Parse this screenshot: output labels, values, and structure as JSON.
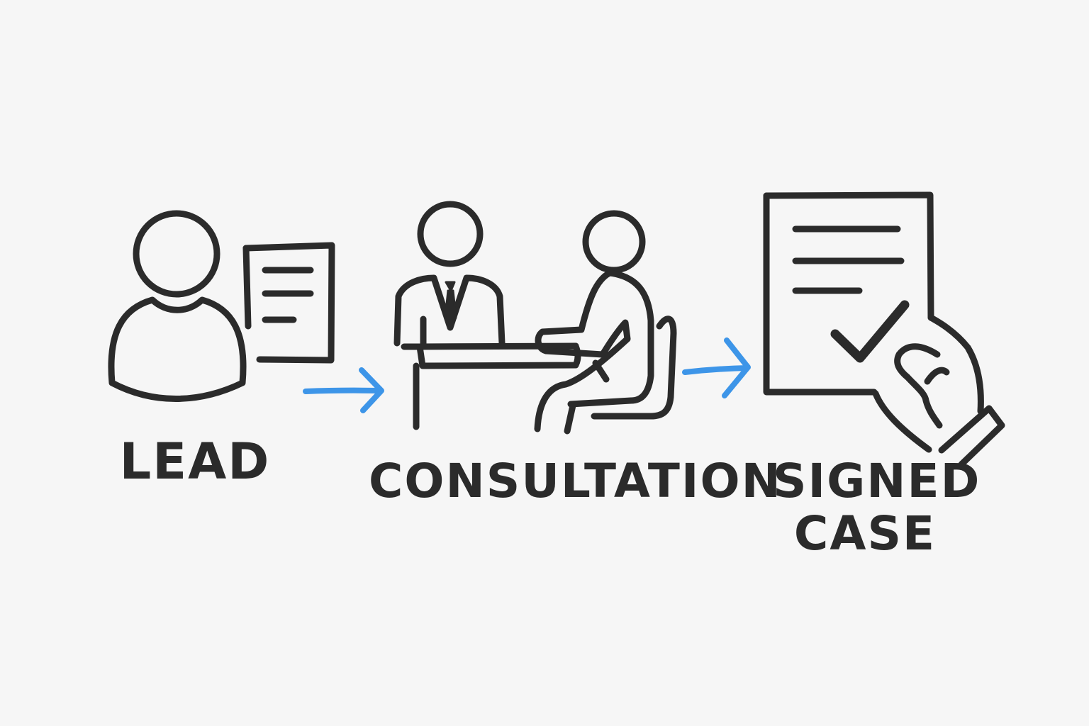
{
  "steps": [
    {
      "label": "LEAD",
      "icon": "person-with-document-icon"
    },
    {
      "label": "CONSULTATION",
      "icon": "meeting-at-desk-icon"
    },
    {
      "label_line1": "SIGNED",
      "label_line2": "CASE",
      "icon": "signed-document-icon"
    }
  ],
  "connectors": [
    {
      "from": "LEAD",
      "to": "CONSULTATION",
      "icon": "arrow-right-icon"
    },
    {
      "from": "CONSULTATION",
      "to": "SIGNED CASE",
      "icon": "arrow-right-icon"
    }
  ],
  "colors": {
    "ink": "#2b2b2b",
    "arrow": "#3d95e8",
    "background": "#f6f6f6"
  }
}
